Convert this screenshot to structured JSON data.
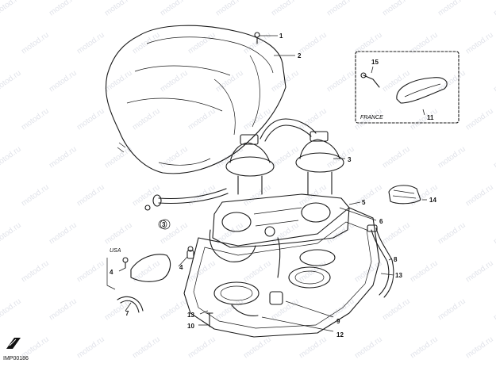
{
  "diagram": {
    "code": "IMP00186",
    "watermark": "motod.ru",
    "callouts": {
      "c1": "1",
      "c2": "2",
      "c3": "3",
      "c3b": "3",
      "c4a": "4",
      "c4b": "4",
      "c5": "5",
      "c6": "6",
      "c7": "7",
      "c8": "8",
      "c9": "9",
      "c10": "10",
      "c11": "11",
      "c12": "12",
      "c13a": "13",
      "c13b": "13",
      "c14": "14",
      "c15": "15"
    },
    "regions": {
      "usa": "USA",
      "france": "FRANCE"
    }
  }
}
